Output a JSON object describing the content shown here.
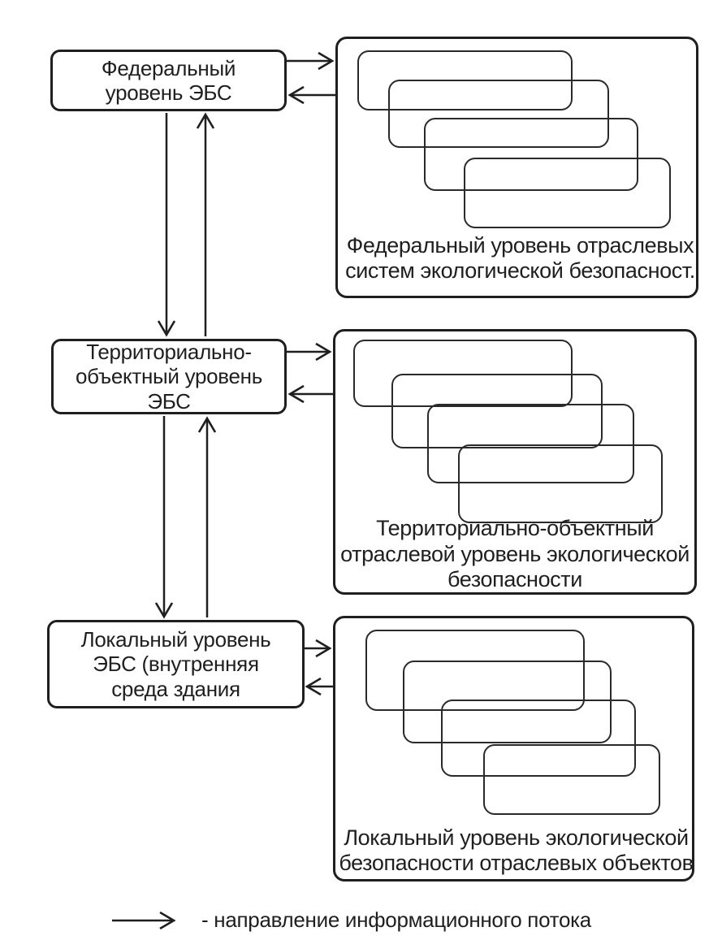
{
  "diagram": {
    "colors": {
      "line": "#1f1f1f",
      "background": "#ffffff"
    },
    "left_nodes": [
      {
        "label": "Федеральный\nуровень ЭБС"
      },
      {
        "label": "Территориально-\nобъектный уровень\nЭБС"
      },
      {
        "label": "Локальный уровень\nЭБС (внутренняя\nсреда здания"
      }
    ],
    "right_groups": [
      {
        "label": "Федеральный уровень отраслевых\nсистем экологической безопасност."
      },
      {
        "label": "Территориально-объектный\nотраслевой уровень экологической\nбезопасности"
      },
      {
        "label": "Локальный уровень экологической\nбезопасности отраслевых объектов"
      }
    ],
    "legend": {
      "arrow_icon": "right-arrow",
      "label": "- направление информационного потока"
    }
  }
}
